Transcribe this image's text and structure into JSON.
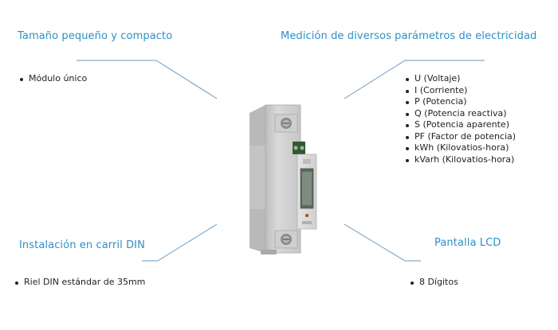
{
  "features": {
    "top_left": {
      "title": "Tamaño pequeño y compacto",
      "items": [
        "Módulo único"
      ]
    },
    "top_right": {
      "title": "Medición de diversos parámetros de electricidad",
      "items": [
        "U (Voltaje)",
        "I (Corriente)",
        "P (Potencia)",
        "Q (Potencia reactiva)",
        "S (Potencia aparente)",
        "PF (Factor de potencia)",
        "kWh (Kilovatios-hora)",
        "kVarh (Kilovatios-hora)"
      ]
    },
    "bottom_left": {
      "title": "Instalación en carril DIN",
      "items": [
        "Riel DIN estándar de 35mm"
      ]
    },
    "bottom_right": {
      "title": "Pantalla LCD",
      "items": [
        "8 Dígitos"
      ]
    }
  },
  "colors": {
    "heading": "#2e8fc3",
    "line": "#6a98c0",
    "device_body": "#d4d4d4"
  }
}
